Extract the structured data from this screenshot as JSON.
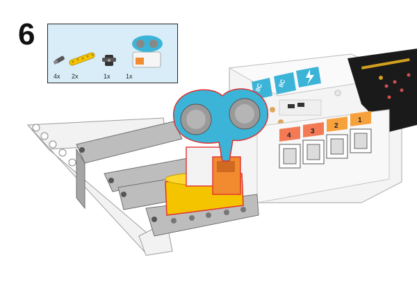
{
  "step": {
    "number": "6"
  },
  "parts": [
    {
      "name": "pin",
      "qty": "4x"
    },
    {
      "name": "beam",
      "qty": "2x"
    },
    {
      "name": "connector",
      "qty": "1x"
    },
    {
      "name": "ultrasonic-sensor",
      "qty": "1x"
    }
  ],
  "hub": {
    "iic_labels": [
      "IIC",
      "IIC"
    ],
    "ports": [
      "4",
      "3",
      "2",
      "1"
    ]
  },
  "colors": {
    "sensor_blue": "#3cb4d8",
    "beam_yellow": "#f5c400",
    "port_orange": "#f47a55",
    "port_amber": "#f6a13c",
    "frame_gray": "#9a9a9a",
    "highlight_red": "#e03030"
  }
}
